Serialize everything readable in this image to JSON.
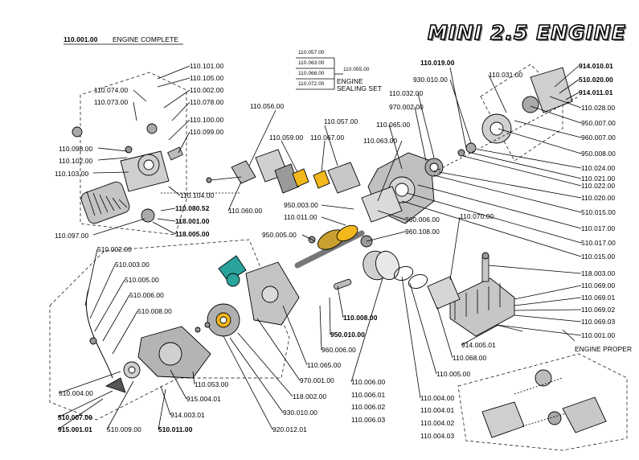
{
  "title": "MINI 2.5 ENGINE",
  "header": {
    "part_no": "110.001.00",
    "text": "ENGINE COMPLETE"
  },
  "sealing_set": {
    "parts": [
      "110.057.00",
      "110.063.00",
      "110.068.00",
      "110.072.00"
    ],
    "set_no": "110.055.00",
    "text1": "ENGINE",
    "text2": "SEALING SET"
  },
  "engine_proper_label": "ENGINE PROPER",
  "labels": [
    {
      "id": "p110_101_00",
      "text": "110.101.00",
      "bold": false
    },
    {
      "id": "p110_105_00",
      "text": "110.105.00",
      "bold": false
    },
    {
      "id": "p110_074_00",
      "text": "110.074.00",
      "bold": false
    },
    {
      "id": "p110_002_00",
      "text": "110.002.00",
      "bold": false
    },
    {
      "id": "p110_073_00",
      "text": "110.073.00",
      "bold": false
    },
    {
      "id": "p110_078_00",
      "text": "110.078.00",
      "bold": false
    },
    {
      "id": "p110_100_00",
      "text": "110.100.00",
      "bold": false
    },
    {
      "id": "p110_099_00",
      "text": "110.099.00",
      "bold": false
    },
    {
      "id": "p110_098_00",
      "text": "110.098.00",
      "bold": false
    },
    {
      "id": "p110_102_00",
      "text": "110.102.00",
      "bold": false
    },
    {
      "id": "p110_103_00",
      "text": "110.103.00",
      "bold": false
    },
    {
      "id": "p110_104_00",
      "text": "110.104.00",
      "bold": false
    },
    {
      "id": "p110_080_52",
      "text": "110.080.52",
      "bold": true
    },
    {
      "id": "p118_001_00",
      "text": "118.001.00",
      "bold": true
    },
    {
      "id": "p118_005_00",
      "text": "118.005.00",
      "bold": true
    },
    {
      "id": "p110_097_00",
      "text": "110.097.00",
      "bold": false
    },
    {
      "id": "p110_056_00",
      "text": "110.056.00",
      "bold": false
    },
    {
      "id": "p110_057_00",
      "text": "110.057.00",
      "bold": false
    },
    {
      "id": "p110_059_00",
      "text": "110.059.00",
      "bold": false
    },
    {
      "id": "p110_067_00",
      "text": "110.067.00",
      "bold": false
    },
    {
      "id": "p110_060_00",
      "text": "110.060.00",
      "bold": false
    },
    {
      "id": "p950_003_00",
      "text": "950.003.00",
      "bold": false
    },
    {
      "id": "p110_011_00",
      "text": "110.011.00",
      "bold": false
    },
    {
      "id": "p950_005_00",
      "text": "950.005.00",
      "bold": false
    },
    {
      "id": "p110_065_00a",
      "text": "110.065.00",
      "bold": false
    },
    {
      "id": "p110_063_00",
      "text": "110.063.00",
      "bold": false
    },
    {
      "id": "p970_002_00",
      "text": "970.002.00",
      "bold": false
    },
    {
      "id": "p110_032_00",
      "text": "110.032.00",
      "bold": false
    },
    {
      "id": "p110_019_00",
      "text": "110.019.00",
      "bold": true
    },
    {
      "id": "p930_010_00",
      "text": "930.010.00",
      "bold": false
    },
    {
      "id": "p110_031_00",
      "text": "110.031.00",
      "bold": false
    },
    {
      "id": "p914_010_01",
      "text": "914.010.01",
      "bold": true
    },
    {
      "id": "p510_020_00",
      "text": "510.020.00",
      "bold": true
    },
    {
      "id": "p914_011_01",
      "text": "914.011.01",
      "bold": true
    },
    {
      "id": "p110_028_00",
      "text": "110.028.00",
      "bold": false
    },
    {
      "id": "p950_007_00",
      "text": "950.007.00",
      "bold": false
    },
    {
      "id": "p960_007_00",
      "text": "960.007.00",
      "bold": false
    },
    {
      "id": "p950_008_00",
      "text": "950.008.00",
      "bold": false
    },
    {
      "id": "p110_024_00",
      "text": "110.024.00",
      "bold": false
    },
    {
      "id": "p110_021_00",
      "text": "110.021.00",
      "bold": false
    },
    {
      "id": "p110_022_00",
      "text": "110.022.00",
      "bold": false
    },
    {
      "id": "p110_020_00",
      "text": "110.020.00",
      "bold": false
    },
    {
      "id": "p510_015_00",
      "text": "510.015.00",
      "bold": false
    },
    {
      "id": "p110_017_00",
      "text": "110.017.00",
      "bold": false
    },
    {
      "id": "p510_017_00",
      "text": "510.017.00",
      "bold": false
    },
    {
      "id": "p110_015_00",
      "text": "110.015.00",
      "bold": false
    },
    {
      "id": "p960_006_00",
      "text": "960.006.00",
      "bold": false
    },
    {
      "id": "p960_108_00",
      "text": "960.108.00",
      "bold": false
    },
    {
      "id": "p110_070_00",
      "text": "110.070.00",
      "bold": false
    },
    {
      "id": "p118_003_00",
      "text": "118.003.00",
      "bold": false
    },
    {
      "id": "p110_069_00",
      "text": "110.069.00",
      "bold": false
    },
    {
      "id": "p110_069_01",
      "text": "110.069.01",
      "bold": false
    },
    {
      "id": "p110_069_02",
      "text": "110.069.02",
      "bold": false
    },
    {
      "id": "p110_069_03",
      "text": "110.069.03",
      "bold": false
    },
    {
      "id": "p110_001_00b",
      "text": "110.001.00",
      "bold": false
    },
    {
      "id": "p510_002_00",
      "text": "510.002.00",
      "bold": false
    },
    {
      "id": "p510_003_00",
      "text": "510.003.00",
      "bold": false
    },
    {
      "id": "p510_005_00",
      "text": "510.005.00",
      "bold": false
    },
    {
      "id": "p510_006_00",
      "text": "510.006.00",
      "bold": false
    },
    {
      "id": "p510_008_00",
      "text": "510.008.00",
      "bold": false
    },
    {
      "id": "p110_008_00",
      "text": "110.008.00",
      "bold": true
    },
    {
      "id": "p950_010_00",
      "text": "950.010.00",
      "bold": true
    },
    {
      "id": "p960_006_00b",
      "text": "960.006.00",
      "bold": false
    },
    {
      "id": "p110_065_00b",
      "text": "110.065.00",
      "bold": false
    },
    {
      "id": "p970_001_00",
      "text": "970.001.00",
      "bold": false
    },
    {
      "id": "p118_002_00",
      "text": "118.002.00",
      "bold": false
    },
    {
      "id": "p110_053_00",
      "text": "110.053.00",
      "bold": false
    },
    {
      "id": "p915_004_01",
      "text": "915.004.01",
      "bold": false
    },
    {
      "id": "p930_010_00b",
      "text": "930.010.00",
      "bold": false
    },
    {
      "id": "p914_003_01",
      "text": "914.003.01",
      "bold": false
    },
    {
      "id": "p920_012_01",
      "text": "920.012.01",
      "bold": false
    },
    {
      "id": "p510_004_00",
      "text": "510.004.00",
      "bold": false
    },
    {
      "id": "p510_007_00",
      "text": "510.007.00",
      "bold": true
    },
    {
      "id": "p915_001_01",
      "text": "915.001.01",
      "bold": true
    },
    {
      "id": "p510_009_00",
      "text": "510.009.00",
      "bold": false
    },
    {
      "id": "p510_011_00",
      "text": "510.011.00",
      "bold": true
    },
    {
      "id": "p914_005_01",
      "text": "914.005.01",
      "bold": false
    },
    {
      "id": "p110_068_00",
      "text": "110.068.00",
      "bold": false
    },
    {
      "id": "p110_005_00",
      "text": "110.005.00",
      "bold": false
    },
    {
      "id": "p110_006_00",
      "text": "110.006.00",
      "bold": false
    },
    {
      "id": "p110_006_01",
      "text": "110.006.01",
      "bold": false
    },
    {
      "id": "p110_006_02",
      "text": "110.006.02",
      "bold": false
    },
    {
      "id": "p110_006_03",
      "text": "110.006.03",
      "bold": false
    },
    {
      "id": "p110_004_00",
      "text": "110.004.00",
      "bold": false
    },
    {
      "id": "p110_004_01",
      "text": "110.004.01",
      "bold": false
    },
    {
      "id": "p110_004_02",
      "text": "110.004.02",
      "bold": false
    },
    {
      "id": "p110_004_03",
      "text": "110.004.03",
      "bold": false
    }
  ],
  "colors": {
    "highlight_yellow": "#f2b81c",
    "highlight_teal": "#2aa39c",
    "part_grey": "#b8b8b8",
    "line": "#000000"
  }
}
